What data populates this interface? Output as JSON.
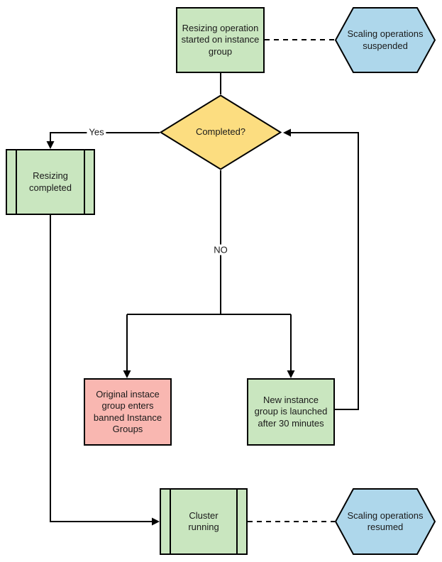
{
  "diagram": {
    "type": "flowchart",
    "nodes": {
      "resize_started": {
        "label": "Resizing operation started on instance group",
        "shape": "process",
        "color": "#c9e6bf"
      },
      "scaling_suspended": {
        "label": "Scaling operations suspended",
        "shape": "hexagon",
        "color": "#aed7eb"
      },
      "completed": {
        "label": "Completed?",
        "shape": "decision",
        "color": "#fcdd80"
      },
      "resizing_completed": {
        "label": "Resizing completed",
        "shape": "predefined-process",
        "color": "#c9e6bf"
      },
      "banned_group": {
        "label": "Original instace group enters banned Instance Groups",
        "shape": "process",
        "color": "#f9b7b1"
      },
      "new_group": {
        "label": "New instance group is launched after 30 minutes",
        "shape": "process",
        "color": "#c9e6bf"
      },
      "cluster_running": {
        "label": "Cluster running",
        "shape": "predefined-process",
        "color": "#c9e6bf"
      },
      "scaling_resumed": {
        "label": "Scaling operations resumed",
        "shape": "hexagon",
        "color": "#aed7eb"
      }
    },
    "edge_labels": {
      "yes": "Yes",
      "no": "NO"
    },
    "colors": {
      "line": "#000000",
      "text": "#1a1a1a",
      "background": "#ffffff"
    }
  }
}
